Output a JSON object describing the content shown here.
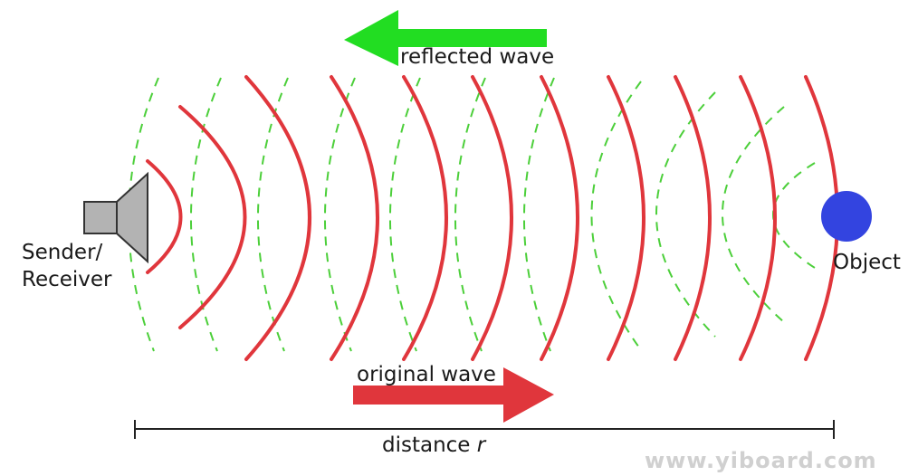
{
  "labels": {
    "reflected_wave": "reflected wave",
    "original_wave": "original wave",
    "sender_line1": "Sender/",
    "sender_line2": "Receiver",
    "object": "Object",
    "distance": "distance ",
    "distance_var": "r",
    "watermark": "www.yiboard.com"
  },
  "colors": {
    "original_wave": "#e0363c",
    "reflected_wave": "#4ccf3a",
    "object": "#3344e0",
    "speaker": "#b3b3b3"
  },
  "icons": {
    "speaker": "speaker-icon",
    "object": "circle-object"
  }
}
